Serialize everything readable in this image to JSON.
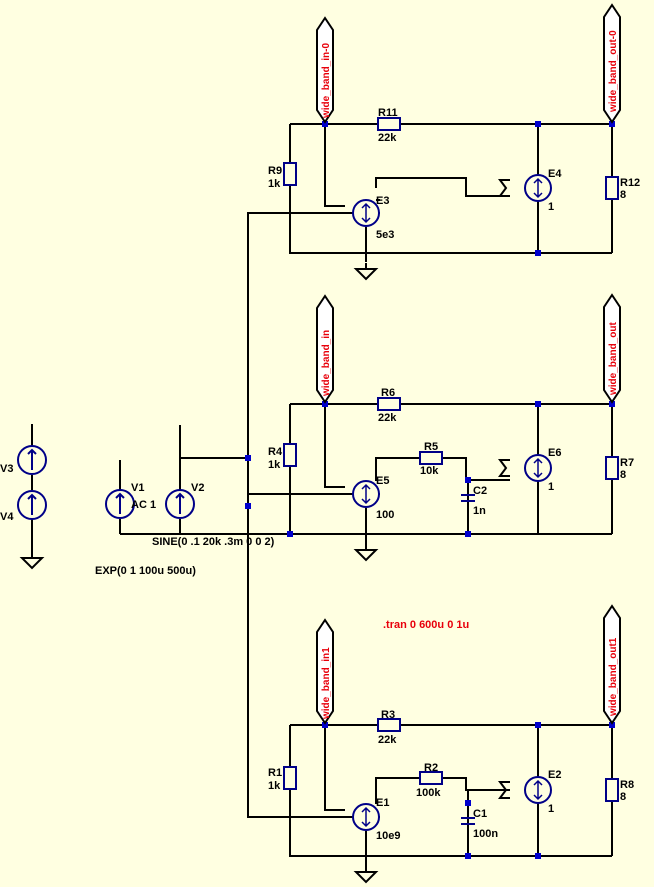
{
  "colors": {
    "background": "#ffffe1",
    "wire": "#000000",
    "symbol": "#000088",
    "junction": "#0000cc",
    "directive": "#e8000b"
  },
  "net_labels": {
    "in0": "wide_band_in-0",
    "out0": "wide_band_out-0",
    "in": "wide_band_in",
    "out": "wide_band_out",
    "in1": "wide_band_in1",
    "out1": "wide_band_out1"
  },
  "components": {
    "R11": {
      "name": "R11",
      "value": "22k"
    },
    "R9": {
      "name": "R9",
      "value": "1k"
    },
    "R12": {
      "name": "R12",
      "value": "8"
    },
    "E3": {
      "name": "E3",
      "value": "5e3"
    },
    "E4": {
      "name": "E4",
      "value": "1"
    },
    "R6": {
      "name": "R6",
      "value": "22k"
    },
    "R4": {
      "name": "R4",
      "value": "1k"
    },
    "R5": {
      "name": "R5",
      "value": "10k"
    },
    "R7": {
      "name": "R7",
      "value": "8"
    },
    "C2": {
      "name": "C2",
      "value": "1n"
    },
    "E5": {
      "name": "E5",
      "value": "100"
    },
    "E6": {
      "name": "E6",
      "value": "1"
    },
    "R3": {
      "name": "R3",
      "value": "22k"
    },
    "R1": {
      "name": "R1",
      "value": "1k"
    },
    "R2": {
      "name": "R2",
      "value": "100k"
    },
    "R8": {
      "name": "R8",
      "value": "8"
    },
    "C1": {
      "name": "C1",
      "value": "100n"
    },
    "E1": {
      "name": "E1",
      "value": "10e9"
    },
    "E2": {
      "name": "E2",
      "value": "1"
    },
    "V1": {
      "name": "V1",
      "value": "AC 1"
    },
    "V2": {
      "name": "V2"
    },
    "V3": {
      "name": "V3"
    },
    "V4": {
      "name": "V4"
    }
  },
  "sources": {
    "sine": "SINE(0 .1 20k .3m 0 0 2)",
    "exp": "EXP(0 1 100u 500u)"
  },
  "directive": ".tran 0 600u 0 1u"
}
